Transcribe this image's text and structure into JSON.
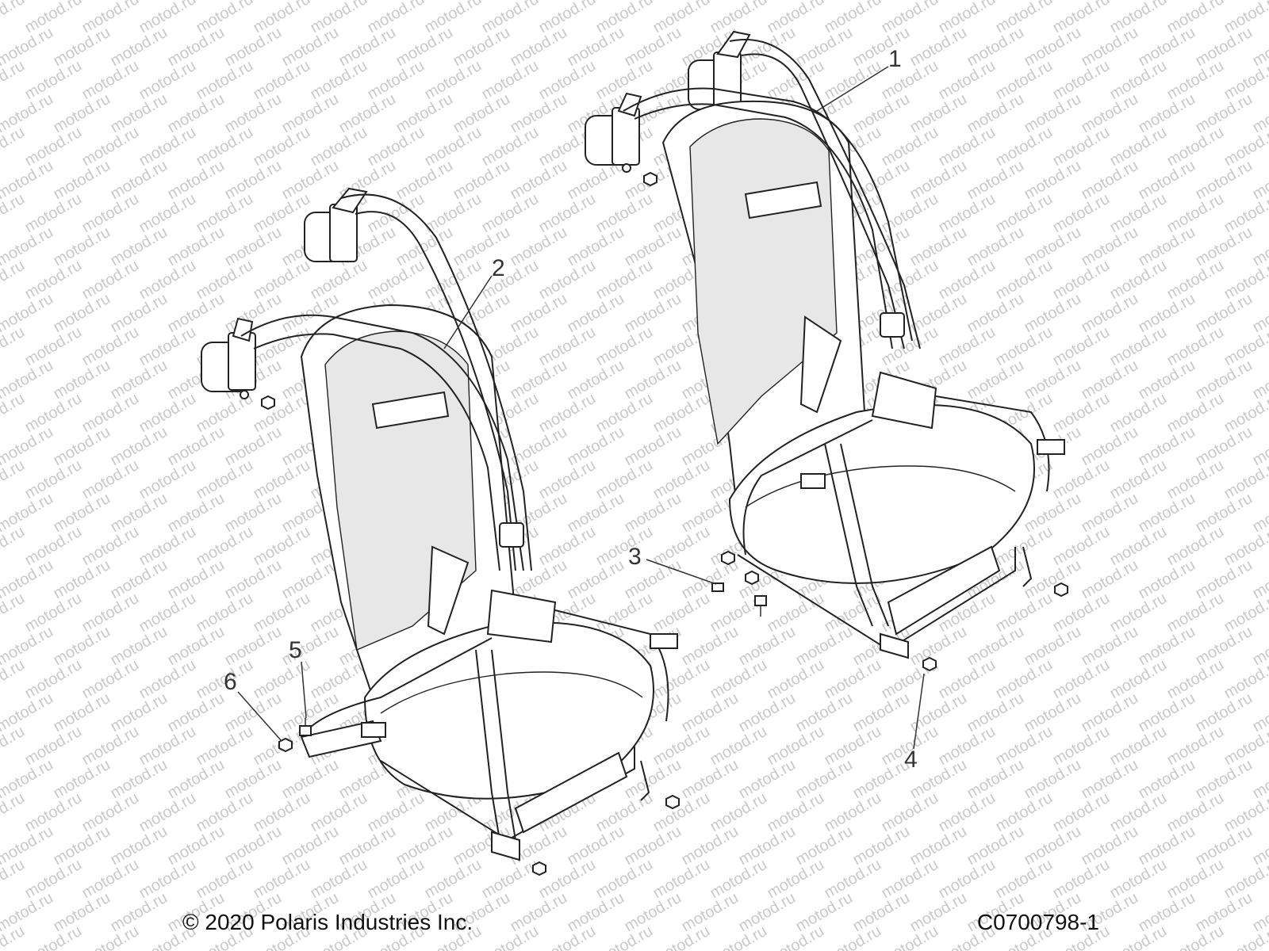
{
  "watermark": {
    "text": "motod.ru",
    "color": "#c9c9c9"
  },
  "callouts": [
    {
      "id": "1",
      "label": "1"
    },
    {
      "id": "2",
      "label": "2"
    },
    {
      "id": "3",
      "label": "3"
    },
    {
      "id": "4",
      "label": "4"
    },
    {
      "id": "5",
      "label": "5"
    },
    {
      "id": "6",
      "label": "6"
    }
  ],
  "footer": {
    "copyright": "© 2020 Polaris Industries Inc.",
    "figure_code": "C0700798-1"
  }
}
